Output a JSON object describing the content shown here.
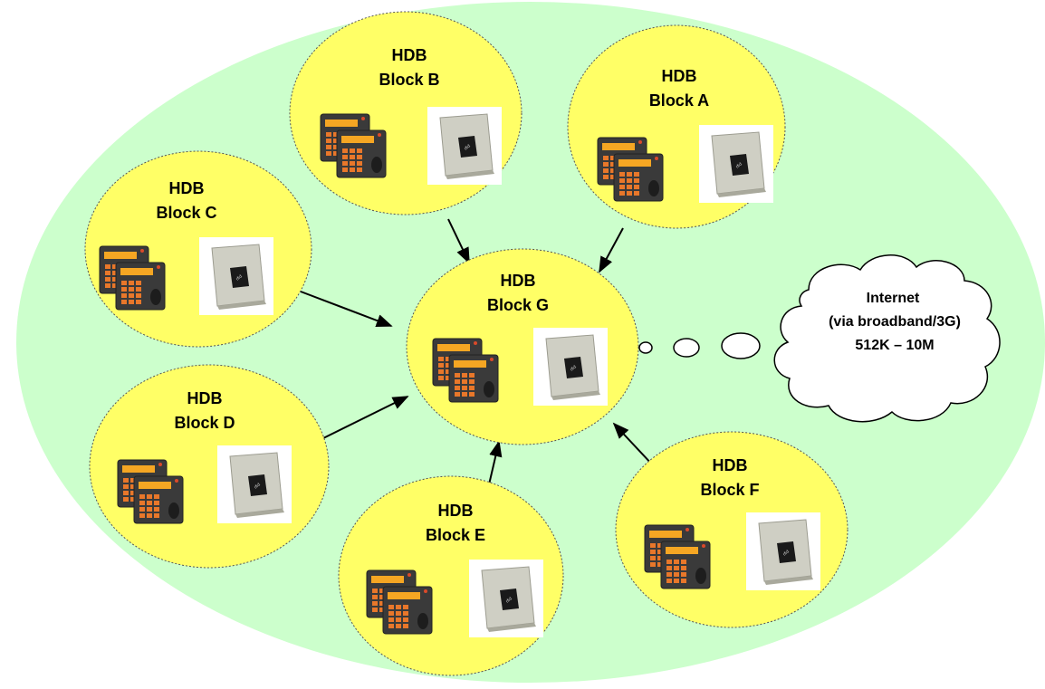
{
  "colors": {
    "background_region": "#ccffcc",
    "block_fill": "#ffff66",
    "cloud_fill": "#ffffff",
    "device_panel": "#3a3a3a",
    "device_screen": "#f5a623",
    "device_keys": "#e8772a",
    "reader_body": "#cfcfc4",
    "reader_window": "#1a1a1a"
  },
  "blocks": {
    "a": {
      "line1": "HDB",
      "line2": "Block A"
    },
    "b": {
      "line1": "HDB",
      "line2": "Block B"
    },
    "c": {
      "line1": "HDB",
      "line2": "Block C"
    },
    "d": {
      "line1": "HDB",
      "line2": "Block D"
    },
    "e": {
      "line1": "HDB",
      "line2": "Block E"
    },
    "f": {
      "line1": "HDB",
      "line2": "Block F"
    },
    "g": {
      "line1": "HDB",
      "line2": "Block G"
    }
  },
  "internet": {
    "line1": "Internet",
    "line2": "(via broadband/3G)",
    "line3": "512K – 10M"
  },
  "icons": {
    "terminal": "biometric-terminal-icon",
    "reader": "wireless-reader-icon"
  }
}
